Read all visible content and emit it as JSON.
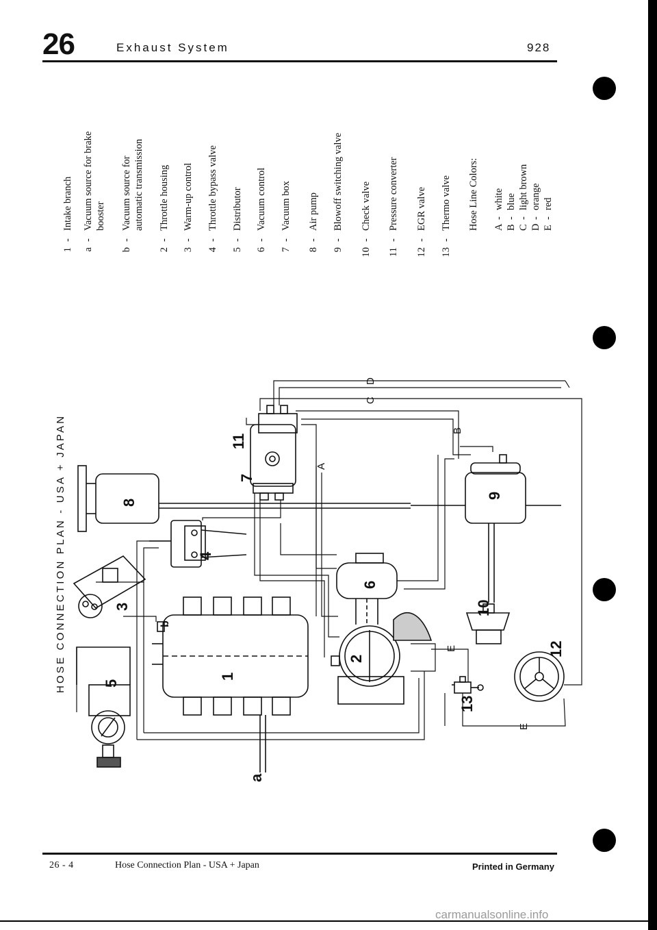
{
  "header": {
    "chapter": "26",
    "section": "Exhaust System",
    "model": "928"
  },
  "vertical_title": "HOSE CONNECTION PLAN - USA + JAPAN",
  "legend": {
    "items": [
      {
        "num": "1",
        "text": "Intake branch"
      },
      {
        "num": "a",
        "text": "Vacuum source for brake booster"
      },
      {
        "num": "b",
        "text": "Vacuum source for automatic transmission"
      },
      {
        "num": "2",
        "text": "Throttle housing"
      },
      {
        "num": "3",
        "text": "Warm-up control"
      },
      {
        "num": "4",
        "text": "Throttle bypass valve"
      },
      {
        "num": "5",
        "text": "Distributor"
      },
      {
        "num": "6",
        "text": "Vacuum control"
      },
      {
        "num": "7",
        "text": "Vacuum box"
      },
      {
        "num": "8",
        "text": "Air pump"
      },
      {
        "num": "9",
        "text": "Blowoff switching valve"
      },
      {
        "num": "10",
        "text": "Check valve"
      },
      {
        "num": "11",
        "text": "Pressure converter"
      },
      {
        "num": "12",
        "text": "EGR valve"
      },
      {
        "num": "13",
        "text": "Thermo valve"
      }
    ],
    "colors_title": "Hose Line Colors:",
    "colors": [
      {
        "key": "A",
        "value": "white"
      },
      {
        "key": "B",
        "value": "blue"
      },
      {
        "key": "C",
        "value": "light brown"
      },
      {
        "key": "D",
        "value": "orange"
      },
      {
        "key": "E",
        "value": "red"
      }
    ]
  },
  "diagram_labels": {
    "l1": "1",
    "l2": "2",
    "l3": "3",
    "l4": "4",
    "l5": "5",
    "l6": "6",
    "l7": "7",
    "l8": "8",
    "l9": "9",
    "l10": "10",
    "l11": "11",
    "l12": "12",
    "l13": "13",
    "la": "a",
    "lb": "b",
    "hA": "A",
    "hB": "B",
    "hC": "C",
    "hD": "D",
    "hE1": "E",
    "hE2": "E"
  },
  "footer": {
    "page": "26 - 4",
    "title": "Hose Connection Plan - USA + Japan",
    "printed": "Printed in Germany"
  },
  "watermark": "carmanualsonline.info"
}
